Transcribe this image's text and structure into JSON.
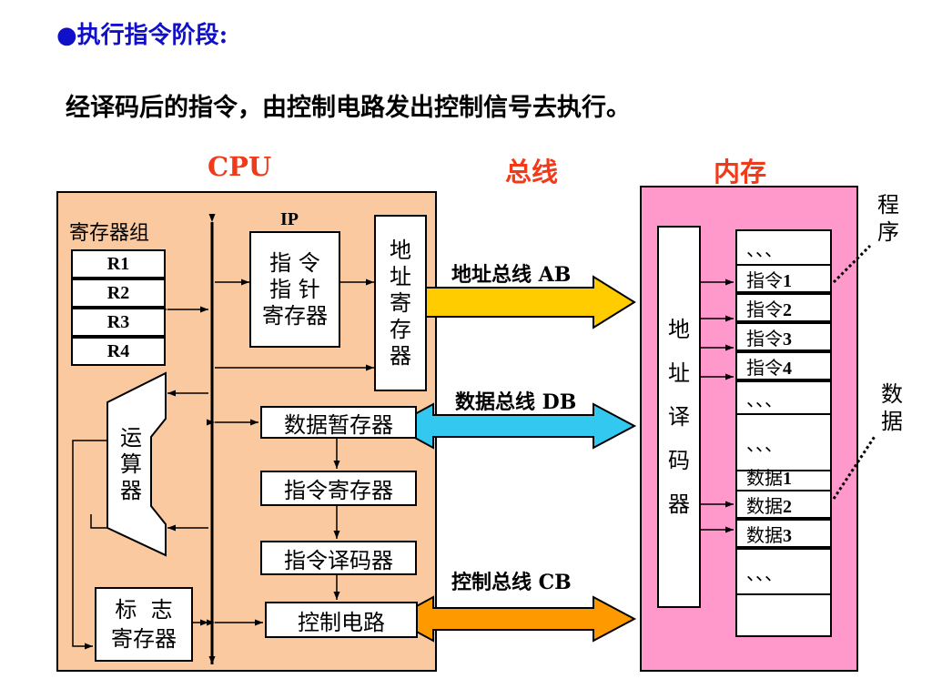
{
  "heading": "●执行指令阶段:",
  "subtitle": "经译码后的指令，由控制电路发出控制信号去执行。",
  "columns": {
    "cpu": "CPU",
    "bus": "总线",
    "memory": "内存"
  },
  "cpu": {
    "register_group_label": "寄存器组",
    "registers": [
      "R1",
      "R2",
      "R3",
      "R4"
    ],
    "ip_label": "IP",
    "ip_register_lines": [
      "指 令",
      "指 针",
      "寄存器"
    ],
    "address_register_chars": [
      "地",
      "址",
      "寄",
      "存",
      "器"
    ],
    "alu_chars": [
      "运",
      "算",
      "器"
    ],
    "data_temp_register": "数据暂存器",
    "instruction_register": "指令寄存器",
    "instruction_decoder": "指令译码器",
    "control_circuit": "控制电路",
    "flag_register_lines": [
      "标  志",
      "寄存器"
    ]
  },
  "buses": {
    "address": {
      "label": "地址总线 AB",
      "color": "#ffcc00"
    },
    "data": {
      "label": "数据总线 DB",
      "color": "#33c8f0"
    },
    "control": {
      "label": "控制总线 CB",
      "color": "#ff9900"
    }
  },
  "memory": {
    "decoder_chars": [
      "地",
      "址",
      "译",
      "码",
      "器"
    ],
    "cells": [
      {
        "label": "、、、"
      },
      {
        "label": "指令1"
      },
      {
        "label": "指令2"
      },
      {
        "label": "指令3"
      },
      {
        "label": "指令4"
      },
      {
        "label": "、、、"
      },
      {
        "label": "、、、"
      },
      {
        "label": "数据1"
      },
      {
        "label": "数据2"
      },
      {
        "label": "数据3"
      },
      {
        "label": "、、、"
      },
      {
        "label": ""
      }
    ],
    "program_label_chars": [
      "程",
      "序"
    ],
    "data_label_chars": [
      "数",
      "据"
    ]
  },
  "colors": {
    "cpu_bg": "#fbc99f",
    "memory_bg": "#ff99cc",
    "title_blue": "#1010c8",
    "header_red": "#f03a1a"
  }
}
